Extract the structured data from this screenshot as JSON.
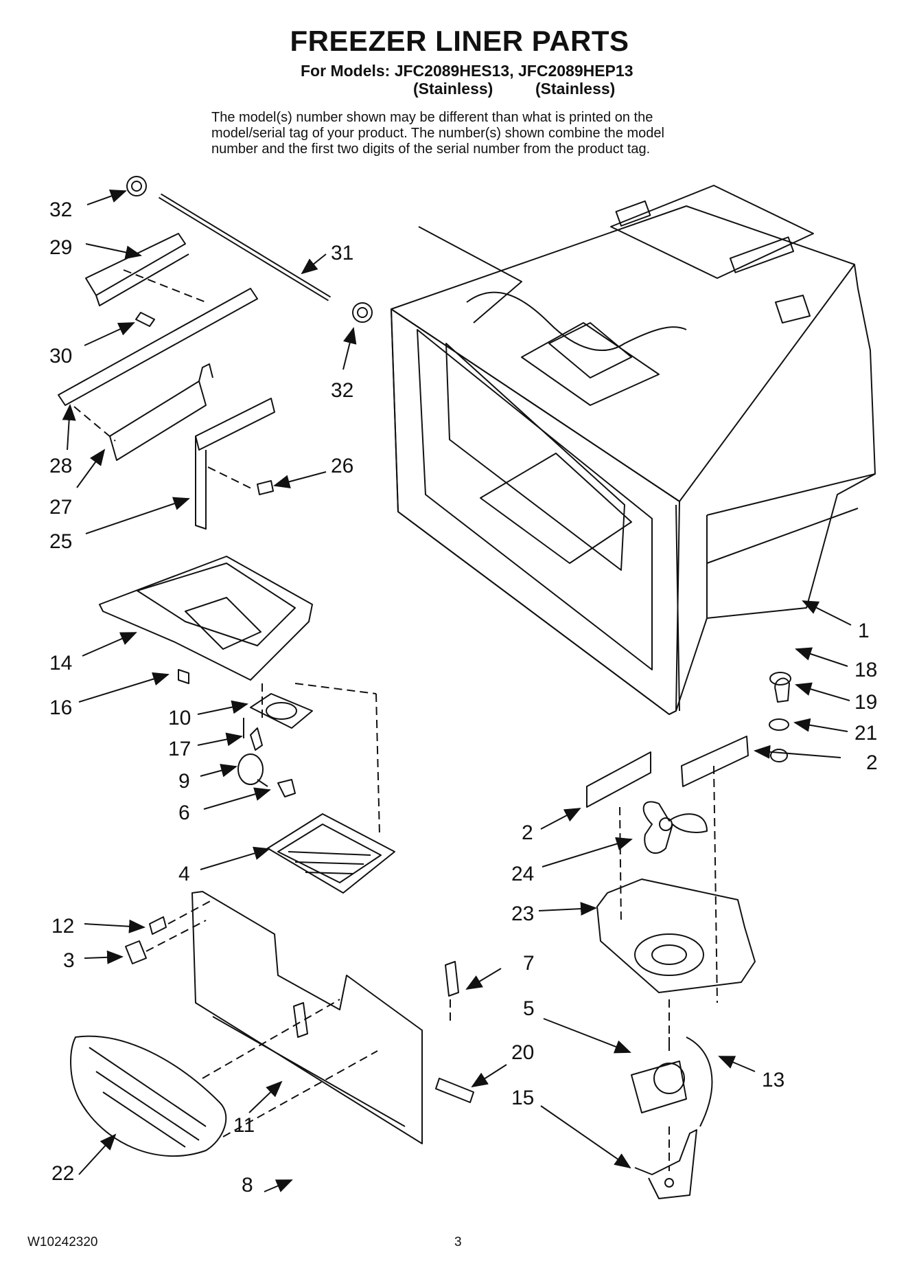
{
  "header": {
    "title": "FREEZER LINER PARTS",
    "models_line": "For Models: JFC2089HES13, JFC2089HEP13",
    "finish_1": "(Stainless)",
    "finish_2": "(Stainless)"
  },
  "description": [
    "The model(s) number shown may be different than what is printed on the",
    "model/serial tag of your product. The number(s) shown combine the model",
    "number and the first two digits of the serial number from the product tag."
  ],
  "callouts": {
    "c32a": "32",
    "c29": "29",
    "c31": "31",
    "c30": "30",
    "c32b": "32",
    "c28": "28",
    "c27": "27",
    "c26": "26",
    "c25": "25",
    "c14": "14",
    "c16": "16",
    "c10": "10",
    "c17": "17",
    "c9": "9",
    "c6": "6",
    "c4": "4",
    "c1": "1",
    "c18": "18",
    "c19": "19",
    "c21": "21",
    "c2a": "2",
    "c2b": "2",
    "c24": "24",
    "c23": "23",
    "c12": "12",
    "c3": "3",
    "c7": "7",
    "c5": "5",
    "c20": "20",
    "c13": "13",
    "c15": "15",
    "c11": "11",
    "c8": "8",
    "c22": "22"
  },
  "footer": {
    "doc_code": "W10242320",
    "page_number": "3"
  }
}
